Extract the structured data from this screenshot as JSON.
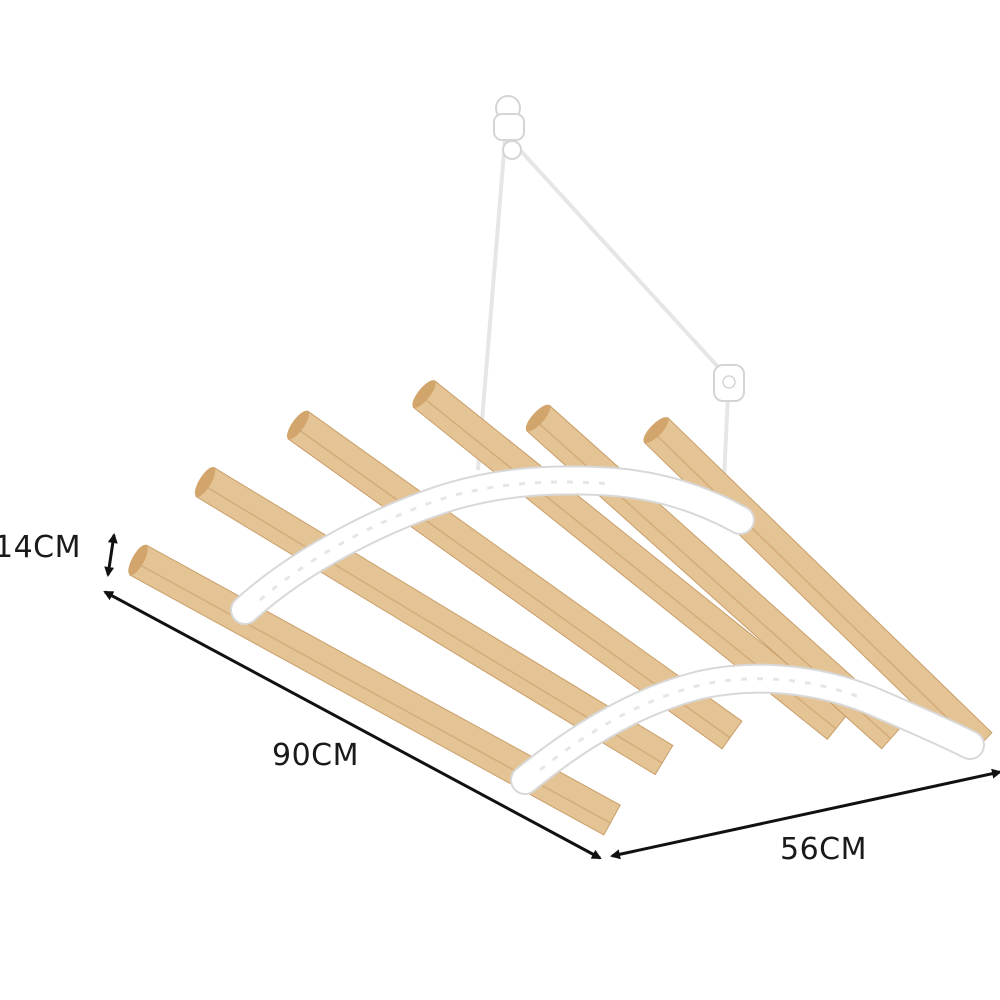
{
  "dimensions": {
    "height_label": "14CM",
    "length_label": "90CM",
    "width_label": "56CM"
  },
  "colors": {
    "wood": "#e4c395",
    "wood_end": "#d2a56c",
    "wood_shadow": "#c99e68",
    "plastic": "#ffffff",
    "plastic_outline": "#d8d8d8",
    "rope": "#eeeeee",
    "dimension_line": "#111111"
  },
  "icons": {
    "pulley": "ceiling-pulley-icon",
    "arrow": "double-arrow-icon"
  }
}
